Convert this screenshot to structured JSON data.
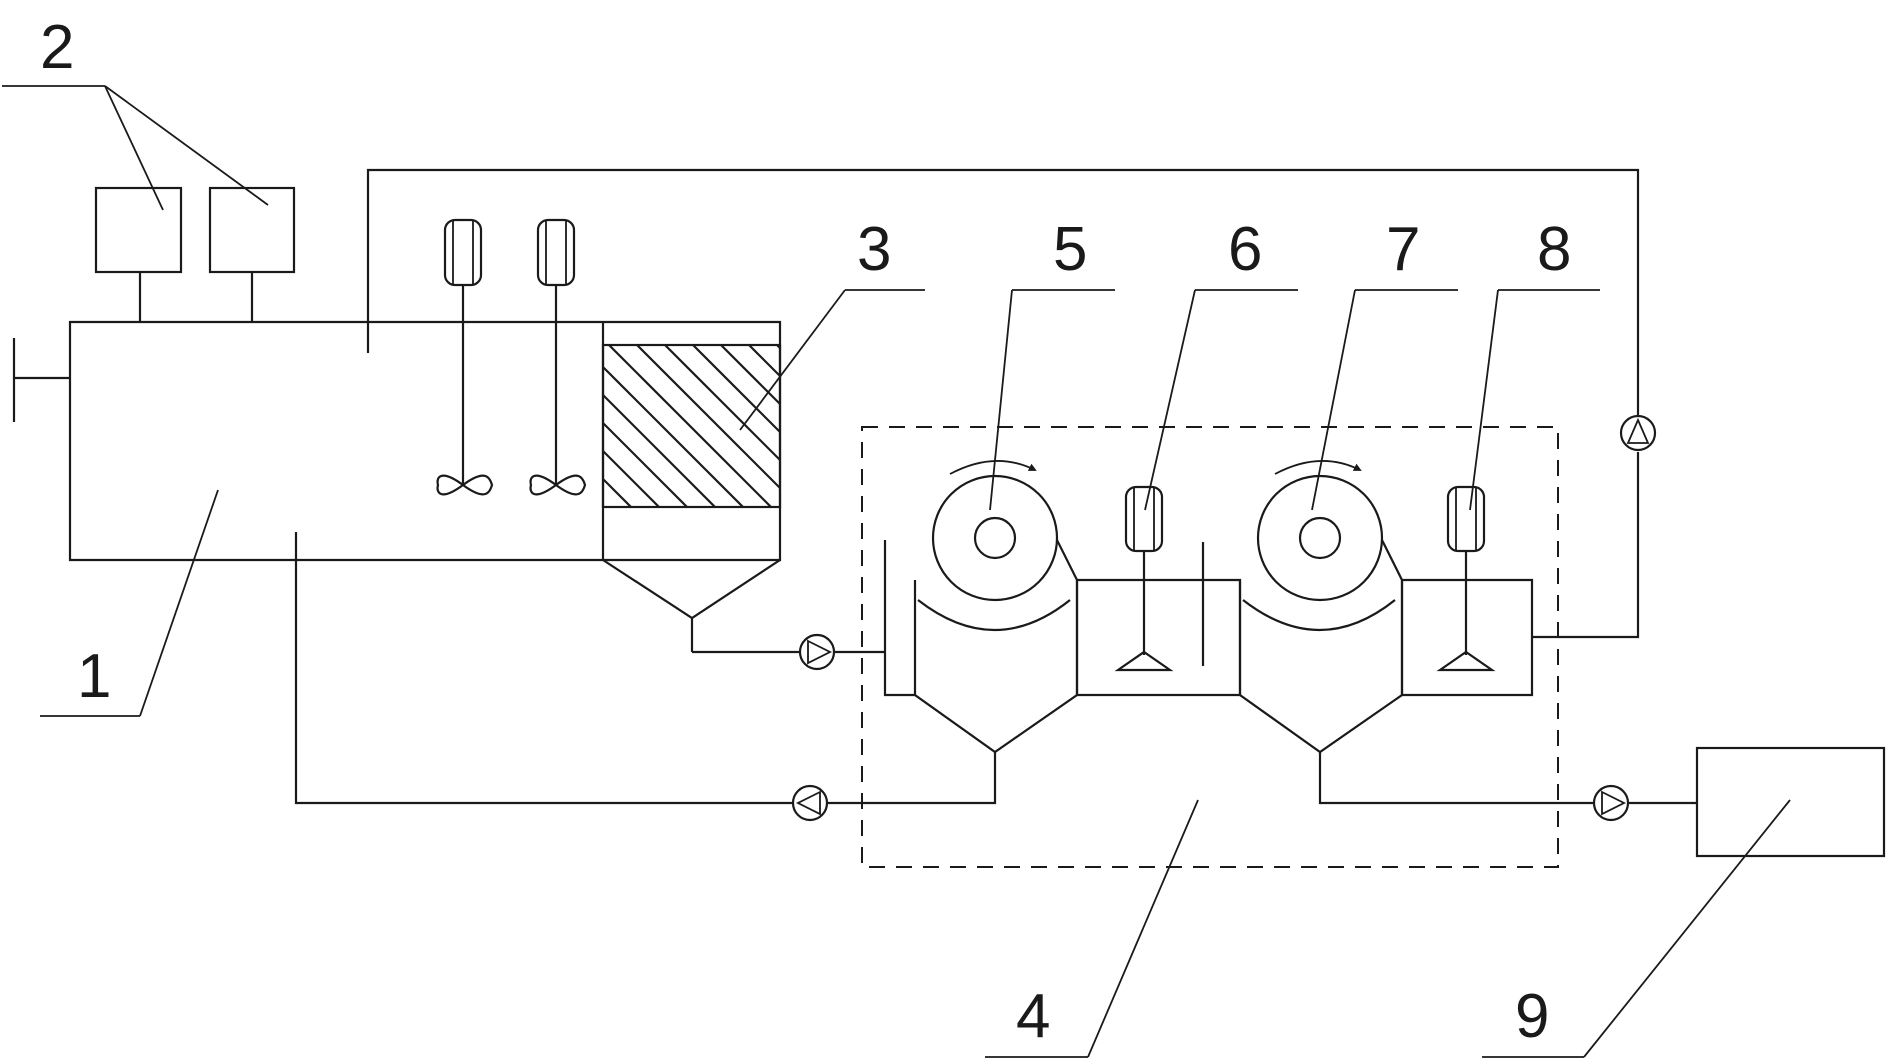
{
  "labels": {
    "l1": "1",
    "l2": "2",
    "l3": "3",
    "l4": "4",
    "l5": "5",
    "l6": "6",
    "l7": "7",
    "l8": "8",
    "l9": "9"
  },
  "colors": {
    "line": "#1a1a1a",
    "background": "#ffffff"
  },
  "icons": [
    "dosing-tank-icon",
    "agitator-motor-icon",
    "impeller-icon",
    "pump-icon",
    "rotating-drum-icon",
    "rotation-arrow-icon",
    "cone-agitator-icon"
  ]
}
